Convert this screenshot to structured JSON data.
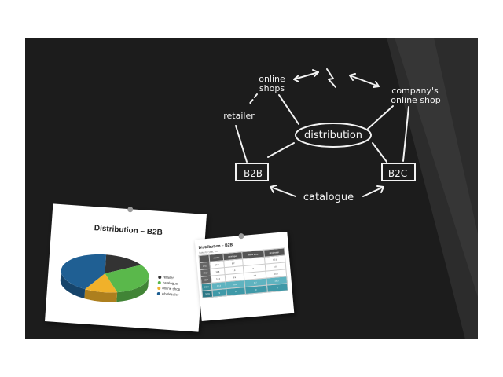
{
  "board": {
    "words": {
      "online_shops_1": "online",
      "online_shops_2": "shops",
      "company_1": "company's",
      "company_2": "online shop",
      "retailer": "retailer",
      "distribution": "distribution",
      "b2b": "B2B",
      "b2c": "B2C",
      "catalogue": "catalogue"
    }
  },
  "card1": {
    "title": "Distribution – B2B",
    "legend": [
      {
        "label": "retailer",
        "color": "#333333"
      },
      {
        "label": "catalogue",
        "color": "#5ab84b"
      },
      {
        "label": "online shop",
        "color": "#f0b12a"
      },
      {
        "label": "wholesaler",
        "color": "#1f5f93"
      }
    ],
    "chart_data": {
      "type": "pie",
      "labels": [
        "retailer",
        "catalogue",
        "online shop",
        "wholesaler"
      ],
      "values": [
        15,
        30,
        12,
        43
      ],
      "title": "Distribution – B2B"
    }
  },
  "card2": {
    "title": "Distribution – B2B",
    "subtitle": "Sales by year, $ m",
    "headers": [
      "",
      "retailer",
      "catalogue",
      "online shop",
      "wholesaler"
    ],
    "rows": [
      [
        "2012",
        "10.7",
        "8.2",
        "",
        "12.5"
      ],
      [
        "2013",
        "11.8",
        "7.9",
        "8.1",
        "14.0"
      ],
      [
        "2014",
        "11.2",
        "8.5",
        "4.8",
        "15.0"
      ],
      [
        "2015",
        "12.3",
        "8.8",
        "6.7",
        "16.3"
      ],
      [
        "2016",
        "9",
        "9",
        "9",
        "9"
      ]
    ]
  }
}
